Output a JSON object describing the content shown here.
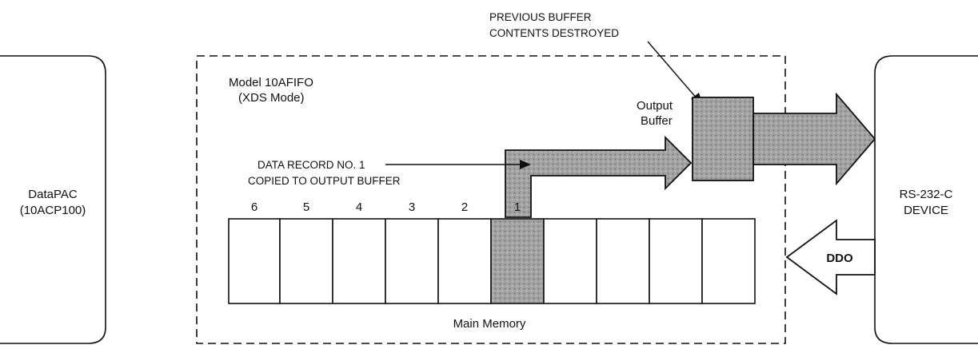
{
  "left_device": {
    "line1": "DataPAC",
    "line2": "(10ACP100)"
  },
  "right_device": {
    "line1": "RS-232-C",
    "line2": "DEVICE"
  },
  "module": {
    "line1": "Model 10AFIFO",
    "line2": "(XDS Mode)"
  },
  "output_buffer": {
    "line1": "Output",
    "line2": "Buffer"
  },
  "callout_destroyed": {
    "line1": "PREVIOUS BUFFER",
    "line2": "CONTENTS DESTROYED"
  },
  "callout_copied": {
    "line1": "DATA  RECORD NO. 1",
    "line2": "COPIED TO OUTPUT BUFFER"
  },
  "memory": {
    "label": "Main Memory",
    "slot_numbers": [
      "6",
      "5",
      "4",
      "3",
      "2",
      "1"
    ],
    "highlighted_slot": "1"
  },
  "ddo_label": "DDO",
  "colors": {
    "stroke": "#111111",
    "shade": "#9a9a9a",
    "shade_dark": "#7d7d7d",
    "background": "#ffffff"
  }
}
